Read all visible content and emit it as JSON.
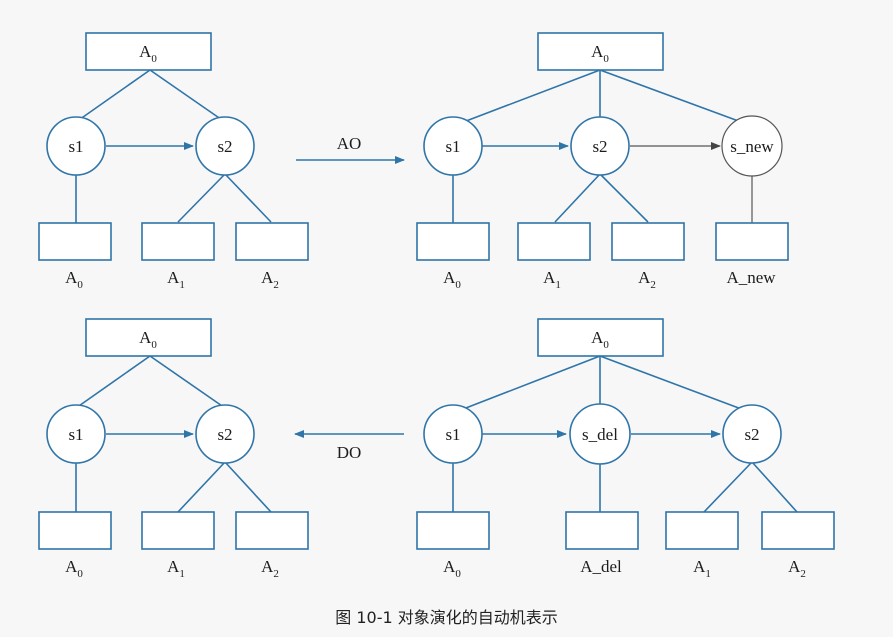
{
  "caption": "图 10-1   对象演化的自动机表示",
  "arrows": {
    "ao": "AO",
    "do": "DO"
  },
  "tl": {
    "root": {
      "base": "A",
      "sub": "0"
    },
    "s1": "s1",
    "s2": "s2",
    "leaves": [
      {
        "base": "A",
        "sub": "0"
      },
      {
        "base": "A",
        "sub": "1"
      },
      {
        "base": "A",
        "sub": "2"
      }
    ]
  },
  "tr": {
    "root": {
      "base": "A",
      "sub": "0"
    },
    "s1": "s1",
    "s2": "s2",
    "s_new": "s_new",
    "leaves": [
      {
        "base": "A",
        "sub": "0"
      },
      {
        "base": "A",
        "sub": "1"
      },
      {
        "base": "A",
        "sub": "2"
      },
      {
        "base": "A_new",
        "sub": ""
      }
    ]
  },
  "bl": {
    "root": {
      "base": "A",
      "sub": "0"
    },
    "s1": "s1",
    "s2": "s2",
    "leaves": [
      {
        "base": "A",
        "sub": "0"
      },
      {
        "base": "A",
        "sub": "1"
      },
      {
        "base": "A",
        "sub": "2"
      }
    ]
  },
  "br": {
    "root": {
      "base": "A",
      "sub": "0"
    },
    "s1": "s1",
    "s_del": "s_del",
    "s2": "s2",
    "leaves": [
      {
        "base": "A",
        "sub": "0"
      },
      {
        "base": "A_del",
        "sub": ""
      },
      {
        "base": "A",
        "sub": "1"
      },
      {
        "base": "A",
        "sub": "2"
      }
    ]
  }
}
